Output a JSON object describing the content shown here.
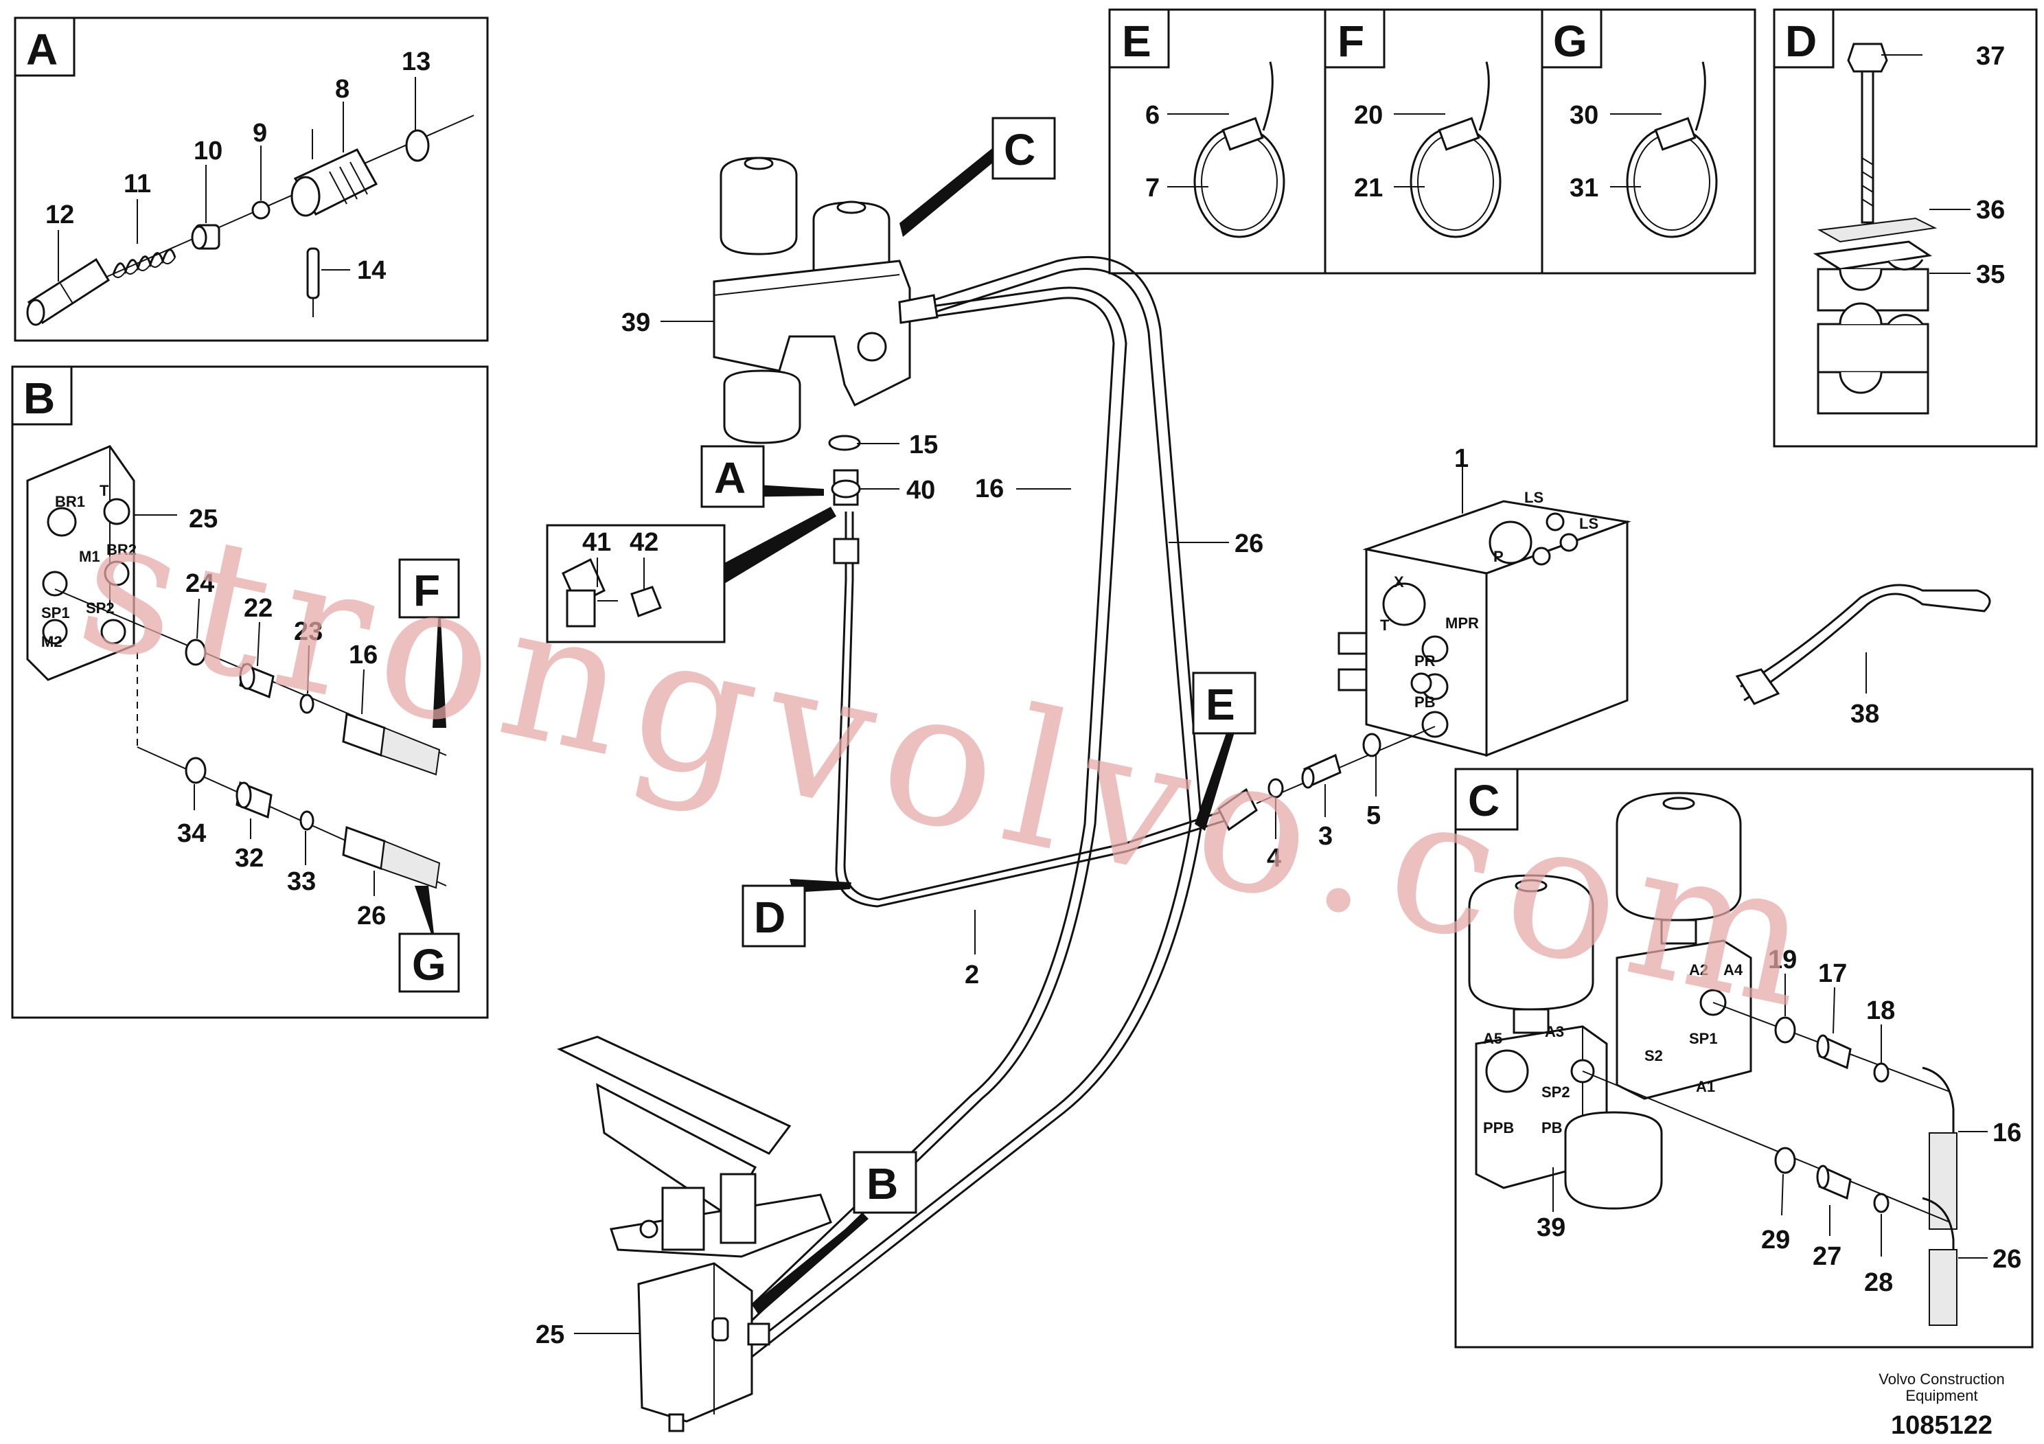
{
  "panels": {
    "A": {
      "letter": "A",
      "labels": {
        "p12": "12",
        "p11": "11",
        "p10": "10",
        "p9": "9",
        "p8": "8",
        "p13": "13",
        "p14": "14"
      }
    },
    "B": {
      "letter": "B",
      "labels": {
        "p25": "25",
        "p24": "24",
        "p22": "22",
        "p23": "23",
        "p16": "16",
        "p34": "34",
        "p32": "32",
        "p33": "33",
        "p26": "26"
      },
      "callout_f": "F",
      "callout_g": "G",
      "ports": {
        "br1": "BR1",
        "t": "T",
        "m1": "M1",
        "br2": "BR2",
        "sp1": "SP1",
        "sp2": "SP2",
        "m2": "M2"
      }
    },
    "E": {
      "letter": "E",
      "labels": {
        "p6": "6",
        "p7": "7"
      }
    },
    "F": {
      "letter": "F",
      "labels": {
        "p20": "20",
        "p21": "21"
      }
    },
    "G": {
      "letter": "G",
      "labels": {
        "p30": "30",
        "p31": "31"
      }
    },
    "D": {
      "letter": "D",
      "labels": {
        "p37": "37",
        "p36": "36",
        "p35": "35"
      }
    },
    "C": {
      "letter": "C",
      "labels": {
        "p19": "19",
        "p17": "17",
        "p18": "18",
        "p16": "16",
        "p29": "29",
        "p27": "27",
        "p28": "28",
        "p26": "26",
        "p39": "39"
      },
      "ports": {
        "a2": "A2",
        "a4": "A4",
        "sp1": "SP1",
        "a3": "A3",
        "s2": "S2",
        "a5": "A5",
        "sp2": "SP2",
        "a1": "A1",
        "ppb": "PPB",
        "pb": "PB"
      }
    }
  },
  "main": {
    "callouts": {
      "c": "C",
      "a": "A",
      "d": "D",
      "e": "E",
      "b": "B"
    },
    "labels": {
      "p39": "39",
      "p15": "15",
      "p40": "40",
      "p41": "41",
      "p42": "42",
      "p16": "16",
      "p26": "26",
      "p1": "1",
      "p38": "38",
      "p5": "5",
      "p3": "3",
      "p4": "4",
      "p2": "2",
      "p25": "25"
    },
    "valve_ports": {
      "ls": "LS",
      "ls2": "LS",
      "x": "X",
      "t": "T",
      "mpr": "MPR",
      "pr": "PR",
      "pb": "PB",
      "p": "P"
    }
  },
  "footer": {
    "company_line1": "Volvo Construction",
    "company_line2": "Equipment",
    "doc_number": "1085122"
  },
  "watermark": "strongvolvo.com"
}
